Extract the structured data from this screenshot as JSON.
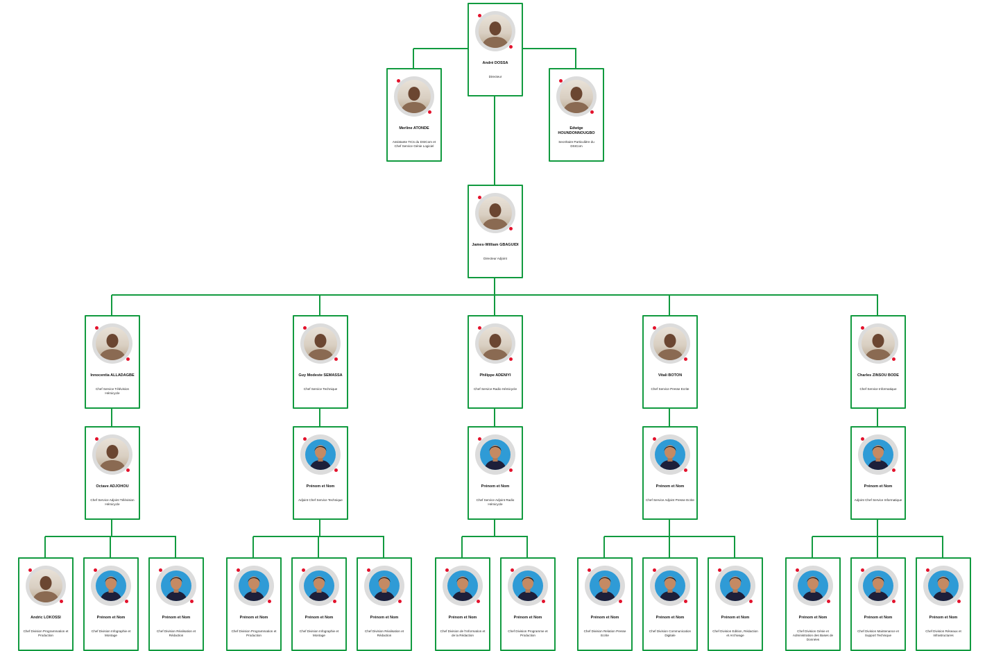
{
  "colors": {
    "line": "#119a3f",
    "dot": "#e3122c",
    "ring": "#dcdcdc",
    "placeholder_bg": "#2f9bd6"
  },
  "director": {
    "name": "André DOSSA",
    "title": "Directeur",
    "avatar": "photo"
  },
  "assistant": {
    "name": "Merline ATONDE",
    "title": "Assistante TICs du DSICom et Chef Service Génie Logiciel",
    "avatar": "photo"
  },
  "secretary": {
    "name": "Edwige HOUNDONNOUGBO",
    "title": "Secrétaire Particulière du DSICom",
    "avatar": "photo"
  },
  "deputy": {
    "name": "James-William GBAGUIDI",
    "title": "Directeur Adjoint",
    "avatar": "photo"
  },
  "services": [
    {
      "chief": {
        "name": "Innocentia ALLADAGBE",
        "title": "Chef Service Télévision Hémicycle",
        "avatar": "photo"
      },
      "adjoint": {
        "name": "Octave ADJOHOU",
        "title": "Chef Service Adjoint Télévision Hémicycle",
        "avatar": "photo"
      },
      "divisions": [
        {
          "name": "Andric LOKOSSI",
          "title": "Chef Division Programmation et Production",
          "avatar": "photo"
        },
        {
          "name": "Prénom et Nom",
          "title": "Chef Division Infographie et Montage",
          "avatar": "placeholder"
        },
        {
          "name": "Prénom et Nom",
          "title": "Chef Division Réalisation et Rédaction",
          "avatar": "placeholder"
        }
      ]
    },
    {
      "chief": {
        "name": "Guy Modeste SEMASSA",
        "title": "Chef Service Technique",
        "avatar": "photo"
      },
      "adjoint": {
        "name": "Prénom et Nom",
        "title": "Adjoint Chef Service Technique",
        "avatar": "placeholder"
      },
      "divisions": [
        {
          "name": "Prénom et Nom",
          "title": "Chef Division Programmation et Production",
          "avatar": "placeholder"
        },
        {
          "name": "Prénom et Nom",
          "title": "Chef Division Infographie et Montage",
          "avatar": "placeholder"
        },
        {
          "name": "Prénom et Nom",
          "title": "Chef Division Réalisation et Rédaction",
          "avatar": "placeholder"
        }
      ]
    },
    {
      "chief": {
        "name": "Philippe ADENIYI",
        "title": "Chef Service Radio Hémicycle",
        "avatar": "photo"
      },
      "adjoint": {
        "name": "Prénom et Nom",
        "title": "Chef Service Adjoint Radio Hémicycle",
        "avatar": "placeholder"
      },
      "divisions": [
        {
          "name": "Prénom et Nom",
          "title": "Chef Division de l'Information et de la Rédaction",
          "avatar": "placeholder"
        },
        {
          "name": "Prénom et Nom",
          "title": "Chef Division Programme et Production",
          "avatar": "placeholder"
        }
      ]
    },
    {
      "chief": {
        "name": "Vitali BOTON",
        "title": "Chef Service Presse Ecrite",
        "avatar": "photo"
      },
      "adjoint": {
        "name": "Prénom et Nom",
        "title": "Chef Service Adjoint Presse Ecrite",
        "avatar": "placeholder"
      },
      "divisions": [
        {
          "name": "Prénom et Nom",
          "title": "Chef Division Relation Presse Ecrite",
          "avatar": "placeholder"
        },
        {
          "name": "Prénom et Nom",
          "title": "Chef Division Communication Digitale",
          "avatar": "placeholder"
        },
        {
          "name": "Prénom et Nom",
          "title": "Chef Division Edition, Rédaction et Archivage",
          "avatar": "placeholder"
        }
      ]
    },
    {
      "chief": {
        "name": "Charles ZINSOU BODE",
        "title": "Chef Service Informatique",
        "avatar": "photo"
      },
      "adjoint": {
        "name": "Prénom et Nom",
        "title": "Adjoint Chef Service Informatique",
        "avatar": "placeholder"
      },
      "divisions": [
        {
          "name": "Prénom et Nom",
          "title": "Chef Division Génie et Administration des Bases de Données",
          "avatar": "placeholder"
        },
        {
          "name": "Prénom et Nom",
          "title": "Chef Division Maintenance et Support Technique",
          "avatar": "placeholder"
        },
        {
          "name": "Prénom et Nom",
          "title": "Chef Division Réseaux et Infrastructures",
          "avatar": "placeholder"
        }
      ]
    }
  ]
}
